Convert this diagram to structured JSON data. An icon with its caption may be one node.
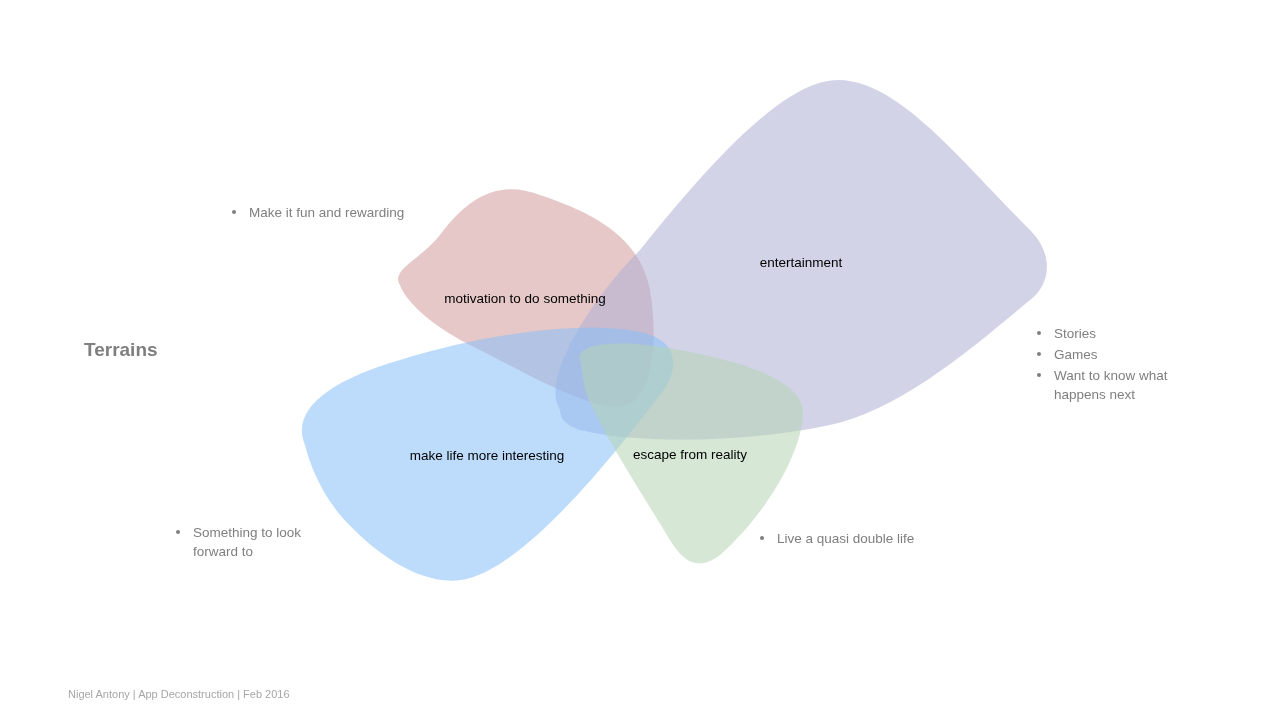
{
  "diagram": {
    "title": "Terrains",
    "nodes": [
      {
        "text": [
          "motivation to do something"
        ],
        "beside": [
          "Make it fun and rewarding"
        ]
      },
      {
        "text": [
          "entertainment"
        ],
        "beside": [
          "Stories",
          "Games",
          "Want to know what happens next"
        ]
      },
      {
        "text": [
          "make life more interesting"
        ],
        "beside": [
          "Something to look forward to"
        ]
      },
      {
        "text": [
          "escape from reality"
        ],
        "beside": [
          "Live a quasi double life"
        ]
      }
    ],
    "labels": [
      "Nigel Antony | App Deconstruction | Feb 2016"
    ]
  }
}
